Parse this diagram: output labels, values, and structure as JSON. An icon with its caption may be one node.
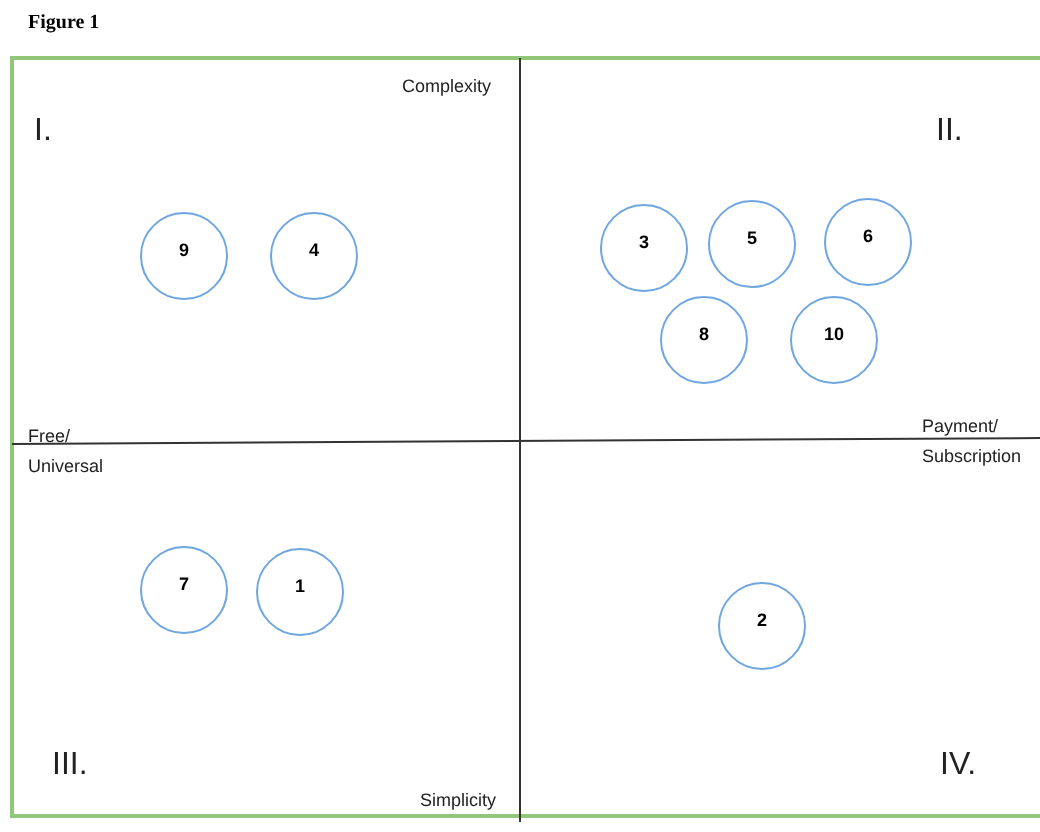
{
  "diagram": {
    "title": "Figure 1",
    "nodes": [
      {
        "text": [
          "9"
        ]
      },
      {
        "text": [
          "4"
        ]
      },
      {
        "text": [
          "3"
        ]
      },
      {
        "text": [
          "5"
        ]
      },
      {
        "text": [
          "6"
        ]
      },
      {
        "text": [
          "8"
        ]
      },
      {
        "text": [
          "10"
        ]
      },
      {
        "text": [
          "7"
        ]
      },
      {
        "text": [
          "1"
        ]
      },
      {
        "text": [
          "2"
        ]
      }
    ],
    "labels": [
      "Complexity",
      "I.",
      "II.",
      "Free/",
      "Universal",
      "Payment/",
      "Subscription",
      "III.",
      "Simplicity",
      "IV."
    ]
  }
}
